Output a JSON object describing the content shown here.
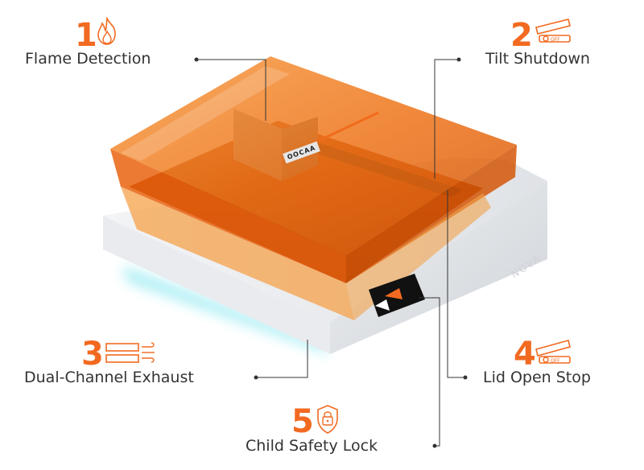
{
  "product": {
    "name": "NOVA",
    "logo_text": "OOCAA"
  },
  "callouts": [
    {
      "number": "1",
      "label": "Flame Detection",
      "icon": "flame-icon"
    },
    {
      "number": "2",
      "label": "Tilt Shutdown",
      "icon": "tilt-switch-icon"
    },
    {
      "number": "3",
      "label": "Dual-Channel Exhaust",
      "icon": "exhaust-fan-icon"
    },
    {
      "number": "4",
      "label": "Lid Open Stop",
      "icon": "lid-switch-icon"
    },
    {
      "number": "5",
      "label": "Child Safety Lock",
      "icon": "padlock-shield-icon"
    }
  ],
  "colors": {
    "accent": "#f26a21",
    "lid": "#f07a1a",
    "body": "#eceef1",
    "glow": "#7fe6f0",
    "text": "#333333"
  }
}
